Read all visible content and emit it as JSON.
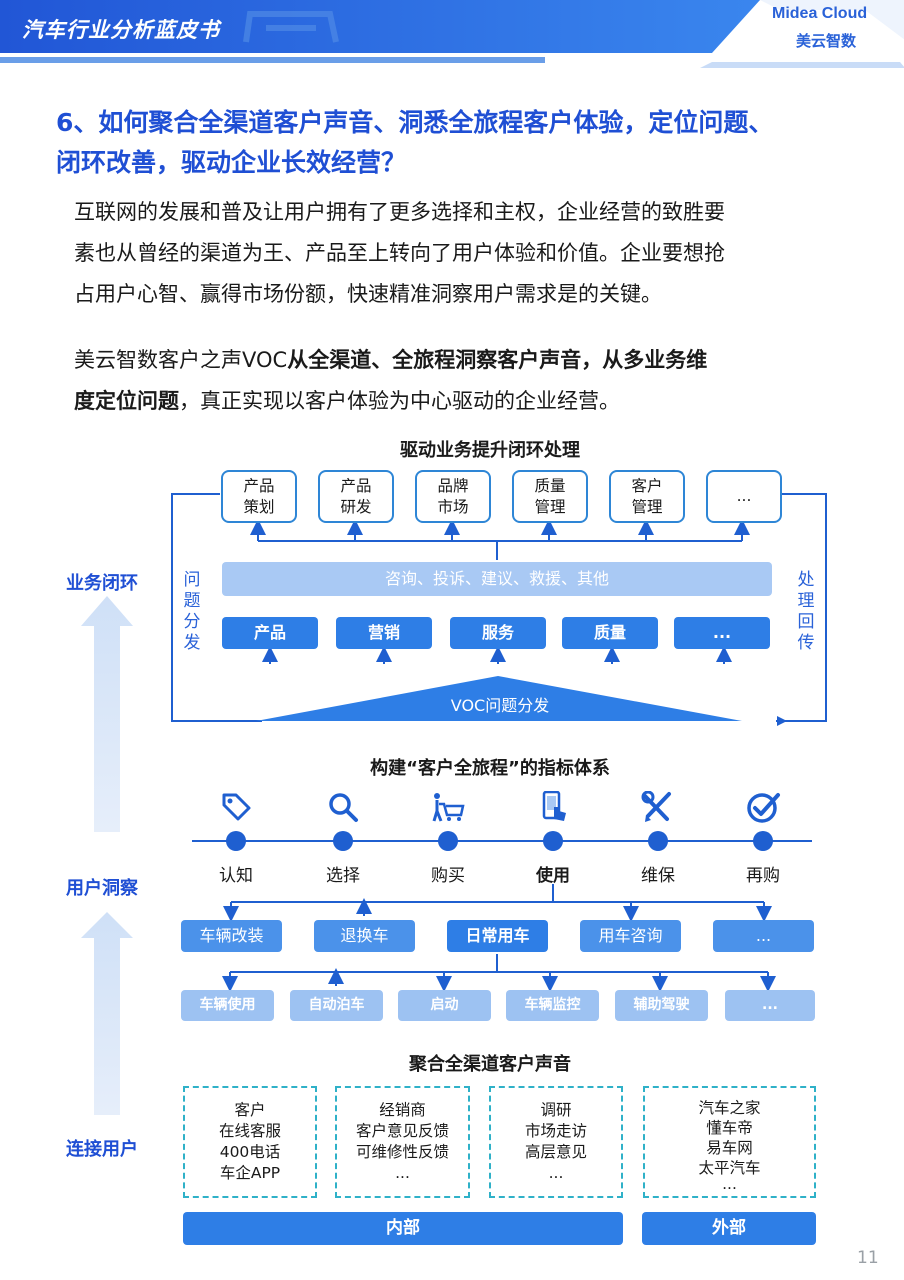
{
  "header": {
    "doc_title": "汽车行业分析蓝皮书",
    "logo_en": "Midea Cloud",
    "logo_cn": "美云智数"
  },
  "headline": {
    "line1": "6、如何聚合全渠道客户声音、洞悉全旅程客户体验，定位问题、",
    "line2": "闭环改善，驱动企业长效经营？"
  },
  "para1": {
    "lines": [
      "互联网的发展和普及让用户拥有了更多选择和主权，企业经营的致胜要",
      "素也从曾经的渠道为王、产品至上转向了用户体验和价值。企业要想抢",
      "占用户心智、赢得市场份额，快速精准洞察用户需求是的关键。"
    ]
  },
  "para2": {
    "l1_normal": "美云智数客户之声VOC",
    "l1_bold": "从全渠道、全旅程洞察客户声音，从多业务维",
    "l2_bold": "度定位问题",
    "l2_normal": "，真正实现以客户体验为中心驱动的企业经营。"
  },
  "diagram": {
    "section1_title": "驱动业务提升闭环处理",
    "outputs": [
      {
        "line1": "产品",
        "line2": "策划"
      },
      {
        "line1": "产品",
        "line2": "研发"
      },
      {
        "line1": "品牌",
        "line2": "市场"
      },
      {
        "line1": "质量",
        "line2": "管理"
      },
      {
        "line1": "客户",
        "line2": "管理"
      },
      {
        "line1": "...",
        "line2": ""
      }
    ],
    "feedback_types": "咨询、投诉、建议、救援、其他",
    "departments": [
      "产品",
      "营销",
      "服务",
      "质量",
      "..."
    ],
    "voc_dispatch": "VOC问题分发",
    "left_vertical": [
      "问",
      "题",
      "分",
      "发"
    ],
    "right_vertical": [
      "处",
      "理",
      "回",
      "传"
    ],
    "side_labels": {
      "top": "业务闭环",
      "middle": "用户洞察",
      "bottom": "连接用户"
    },
    "section2_title": "构建“客户全旅程”的指标体系",
    "stages": [
      {
        "label": "认知",
        "icon": "tag-icon"
      },
      {
        "label": "选择",
        "icon": "magnifier-icon"
      },
      {
        "label": "购买",
        "icon": "shopping-cart-icon"
      },
      {
        "label": "使用",
        "icon": "phone-touch-icon"
      },
      {
        "label": "维保",
        "icon": "wrench-screwdriver-icon"
      },
      {
        "label": "再购",
        "icon": "check-circle-icon"
      }
    ],
    "scenarios": [
      "车辆改装",
      "退换车",
      "日常用车",
      "用车咨询",
      "..."
    ],
    "sub_scenarios": [
      "车辆使用",
      "自动泊车",
      "启动",
      "车辆监控",
      "辅助驾驶",
      "..."
    ],
    "section3_title": "聚合全渠道客户声音",
    "channels": [
      [
        "客户",
        "在线客服",
        "400电话",
        "车企APP"
      ],
      [
        "经销商",
        "客户意见反馈",
        "可维修性反馈",
        "..."
      ],
      [
        "调研",
        "市场走访",
        "高层意见",
        "..."
      ],
      [
        "汽车之家",
        "懂车帝",
        "易车网",
        "太平汽车",
        "..."
      ]
    ],
    "internal": "内部",
    "external": "外部"
  },
  "page_number": "11",
  "colors": {
    "brand_blue": "#1f4fd4",
    "box_border": "#2e86d6",
    "dept_blue": "#2e7ee6",
    "dashed_teal": "#2fb1c8"
  }
}
